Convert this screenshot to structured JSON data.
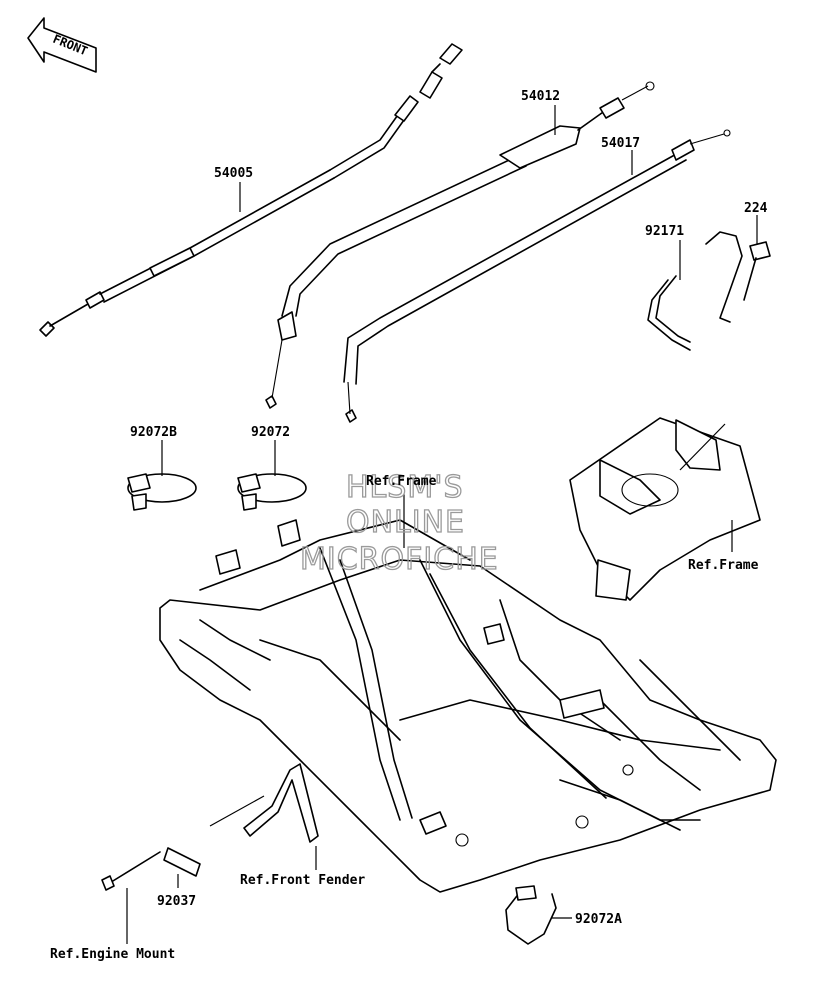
{
  "orientation": {
    "front_label": "FRONT"
  },
  "parts": {
    "p54005": "54005",
    "p54012": "54012",
    "p54017": "54017",
    "p224": "224",
    "p92171": "92171",
    "p92072B": "92072B",
    "p92072": "92072",
    "p92072A": "92072A",
    "p92037": "92037"
  },
  "refs": {
    "frame_top": "Ref.Frame",
    "frame_right": "Ref.Frame",
    "front_fender": "Ref.Front Fender",
    "engine_mount": "Ref.Engine Mount"
  },
  "watermark": {
    "line1": "HLSM'S",
    "line2": "ONLINE",
    "line3": "MICROFICHE"
  }
}
